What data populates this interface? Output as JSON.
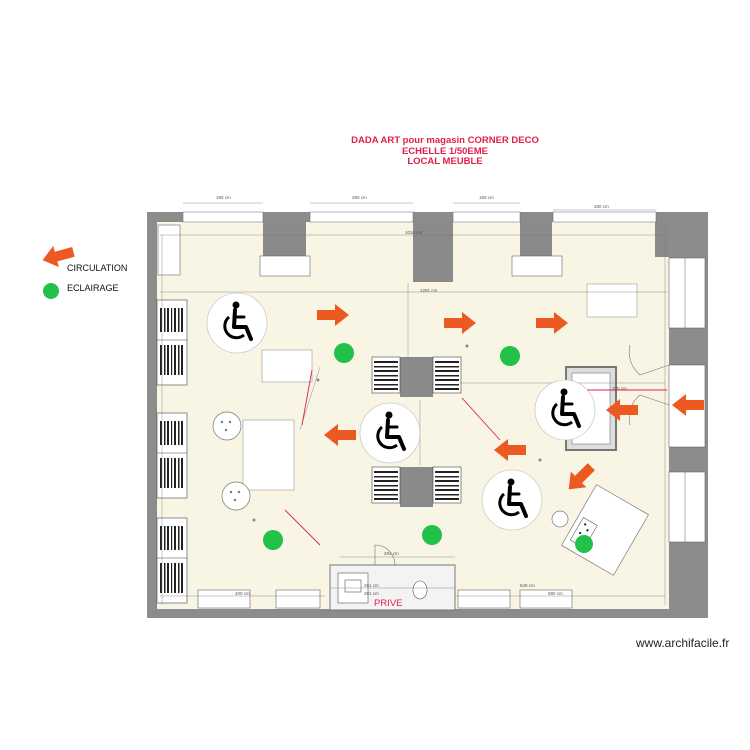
{
  "title": {
    "line1": "DADA ART pour magasin CORNER DECO",
    "line2": "ECHELLE 1/50EME",
    "line3": "LOCAL MEUBLE"
  },
  "legend": {
    "circulation": "CIRCULATION",
    "eclairage": "ECLAIRAGE"
  },
  "labels": {
    "prive": "PRIVE",
    "watermark": "www.archifacile.fr"
  },
  "dimensions": {
    "top1": "190 cm",
    "top2": "280 cm",
    "top3": "160 cm",
    "top4": "280 cm",
    "inner_width": "1010 cm",
    "inner_width2": "1281 cm",
    "mid1": "281 cm",
    "mid2": "200 cm",
    "bottom1": "400 cm",
    "bottom2": "281 cm",
    "bottom3": "281 cm",
    "bottom4": "540 cm",
    "bottom5": "580 cm"
  },
  "colors": {
    "wall": "#8c8c8c",
    "floor": "#f8f5e4",
    "arrow": "#ec5a22",
    "light": "#22c24a",
    "accent": "#e0204a",
    "column": "#8a8a8a"
  },
  "icons": {
    "circulation": "arrow-left-icon",
    "eclairage": "green-dot-icon",
    "accessibility": "wheelchair-icon"
  }
}
